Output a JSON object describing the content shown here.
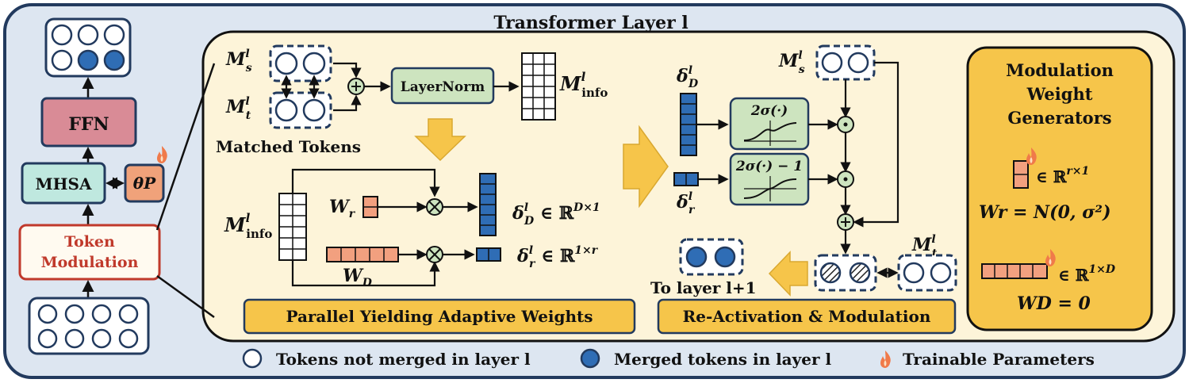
{
  "title": "Transformer Layer l",
  "left": {
    "ffn": "FFN",
    "mhsa": "MHSA",
    "theta": "θP",
    "token_mod_line1": "Token",
    "token_mod_line2": "Modulation"
  },
  "top_left": {
    "ms": "M",
    "ms_sup": "l",
    "ms_sub": "s",
    "mt": "M",
    "mt_sup": "l",
    "mt_sub": "t",
    "matched": "Matched Tokens",
    "layernorm": "LayerNorm",
    "minfo": "M",
    "minfo_sup": "l",
    "minfo_sub": "info"
  },
  "parallel": {
    "minfo": "M",
    "minfo_sup": "l",
    "minfo_sub": "info",
    "wr": "W",
    "wr_sub": "r",
    "wd": "W",
    "wd_sub": "D",
    "dd": "δ",
    "dd_sup": "l",
    "dd_sub": "D",
    "dd_space": " ∈ ℝ",
    "dd_dim": "D×1",
    "dr": "δ",
    "dr_sup": "l",
    "dr_sub": "r",
    "dr_space": " ∈ ℝ",
    "dr_dim": "1×r",
    "label": "Parallel Yielding Adaptive Weights"
  },
  "reactivation": {
    "dd": "δ",
    "dd_sup": "l",
    "dd_sub": "D",
    "dr": "δ",
    "dr_sup": "l",
    "dr_sub": "r",
    "f1": "2σ(·)",
    "f2": "2σ(·) − 1",
    "ms": "M",
    "ms_sup": "l",
    "ms_sub": "s",
    "mt": "M",
    "mt_sup": "l",
    "mt_sub": "t",
    "to_layer": "To layer l+1",
    "label": "Re-Activation & Modulation"
  },
  "generators": {
    "title1": "Modulation",
    "title2": "Weight",
    "title3": "Generators",
    "wr_space": "∈ ℝ",
    "wr_dim": "r×1",
    "wr_eq": "Wr = N(0, σ²)",
    "wd_space": "∈ ℝ",
    "wd_dim": "1×D",
    "wd_eq": "WD = 0"
  },
  "legend": {
    "not_merged": "Tokens not merged in layer l",
    "merged": "Merged tokens in layer l",
    "trainable": "Trainable Parameters"
  },
  "colors": {
    "outer_bg": "#dde6f1",
    "inner_bg": "#fdf4d9",
    "blue_token": "#2f6db5",
    "dark_navy": "#223a5e",
    "ffn": "#d98b96",
    "mhsa": "#bfe8df",
    "theta": "#f0a27a",
    "green": "#cde4bf",
    "yellow": "#f6c54a",
    "orange": "#f2a07f",
    "red_text": "#c0392b"
  }
}
